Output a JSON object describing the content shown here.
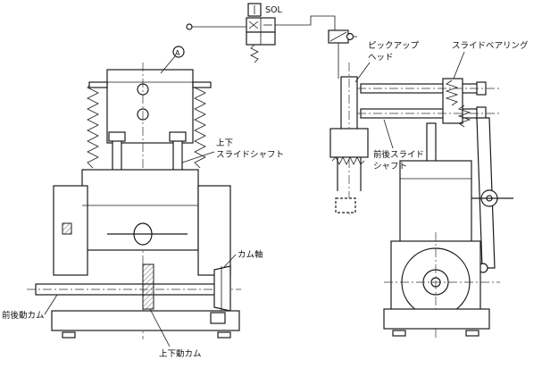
{
  "labels": {
    "sol": "SOL",
    "circle_a": "A",
    "up_down_slide_shaft_1": "上下",
    "up_down_slide_shaft_2": "スライドシャフト",
    "cam_shaft": "カム軸",
    "front_back_cam": "前後動カム",
    "up_down_cam": "上下動カム",
    "pickup_head_1": "ピックアップ",
    "pickup_head_2": "ヘッド",
    "slide_bearing": "スライドベアリング",
    "front_back_slide_shaft_1": "前後スライド",
    "front_back_slide_shaft_2": "シャフト"
  },
  "colors": {
    "ink": "#1a1a1a",
    "paper": "#ffffff"
  },
  "icons": [
    "solenoid-valve-symbol",
    "spring-symbol",
    "check-valve-symbol"
  ]
}
